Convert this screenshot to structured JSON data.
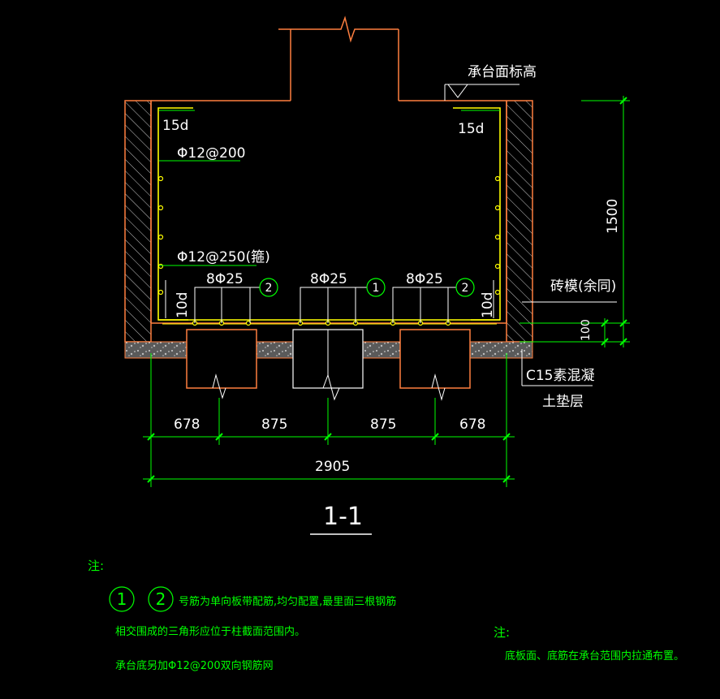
{
  "colors": {
    "background": "#000000",
    "outline": "#ff7f3f",
    "rebar": "#ffff00",
    "dimension": "#00ff00",
    "text": "#ffffff",
    "note_text": "#00ff00",
    "concrete_fill": "#8a8a8a"
  },
  "labels": {
    "top_elevation": "承台面标高",
    "lap_left": "15d",
    "lap_right": "15d",
    "rebar_top": "Φ12@200",
    "rebar_stirrup": "Φ12@250(箍)",
    "group_left": "8Φ25",
    "group_mid": "8Φ25",
    "group_right": "8Φ25",
    "mark_1": "1",
    "mark_2_left": "2",
    "mark_2_right": "2",
    "hook_left": "10d",
    "hook_right": "10d",
    "brick_form": "砖模(余同)",
    "c15": "C15素混凝",
    "cushion": "土垫层"
  },
  "dimensions": {
    "height": "1500",
    "cushion": "100",
    "seg1": "678",
    "seg2": "875",
    "seg3": "875",
    "seg4": "678",
    "total": "2905"
  },
  "section": {
    "title": "1-1"
  },
  "notes_left": {
    "heading": "注:",
    "mark_1": "1",
    "mark_2": "2",
    "line1": "号筋为单向板带配筋,均匀配置,最里面三根钢筋",
    "line2": "相交围成的三角形应位于柱截面范围内。",
    "line3": "承台底另加Φ12@200双向钢筋网"
  },
  "notes_right": {
    "heading": "注:",
    "line1": "底板面、底筋在承台范围内拉通布置。"
  }
}
